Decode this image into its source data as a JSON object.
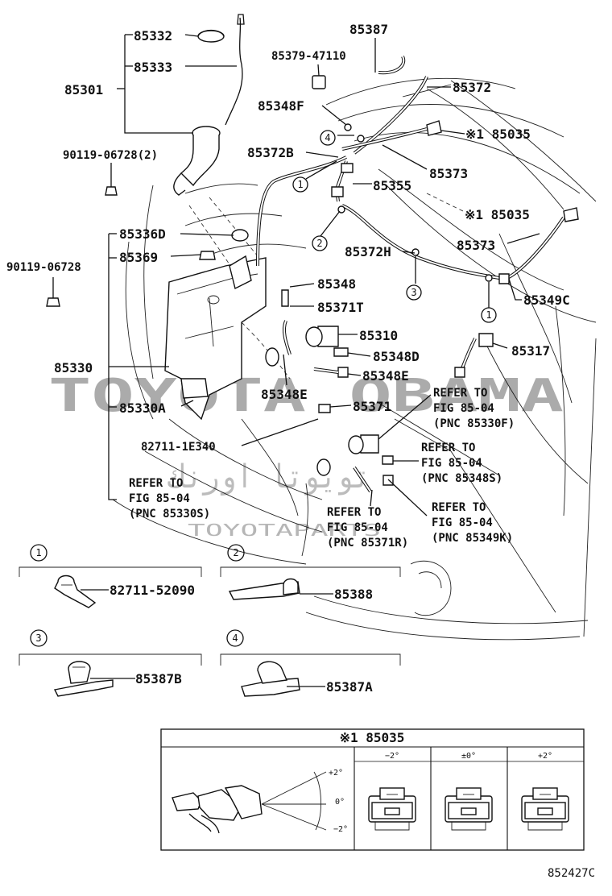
{
  "parts": {
    "p85332": "85332",
    "p85333": "85333",
    "p85301": "85301",
    "p85387": "85387",
    "p85379": "85379-47110",
    "p85372": "85372",
    "p85348F": "85348F",
    "p85035a": "※1 85035",
    "p85372B": "85372B",
    "p85373a": "85373",
    "p85355": "85355",
    "p85035b": "※1 85035",
    "p85373b": "85373",
    "p85372H": "85372H",
    "p90119a": "90119-06728(2)",
    "p85336D": "85336D",
    "p85369": "85369",
    "p90119b": "90119-06728",
    "p85348": "85348",
    "p85349C": "85349C",
    "p85371T": "85371T",
    "p85310": "85310",
    "p85348D": "85348D",
    "p85317": "85317",
    "p85348E_a": "85348E",
    "p85330": "85330",
    "p85348E_b": "85348E",
    "p85371": "85371",
    "p85330A": "85330A",
    "p82711_1E": "82711-1E340",
    "p82711_52": "82711-52090",
    "p85388": "85388",
    "p85387B": "85387B",
    "p85387A": "85387A"
  },
  "refs": {
    "r1": {
      "l1": "REFER TO",
      "l2": "FIG 85-04",
      "l3": "(PNC 85330F)"
    },
    "r2": {
      "l1": "REFER TO",
      "l2": "FIG 85-04",
      "l3": "(PNC 85348S)"
    },
    "r3": {
      "l1": "REFER TO",
      "l2": "FIG 85-04",
      "l3": "(PNC 85330S)"
    },
    "r4": {
      "l1": "REFER TO",
      "l2": "FIG 85-04",
      "l3": "(PNC 85349K)"
    },
    "r5": {
      "l1": "REFER TO",
      "l2": "FIG 85-04",
      "l3": "(PNC 85371R)"
    }
  },
  "circles": [
    "1",
    "2",
    "3",
    "4"
  ],
  "table": {
    "title": "※1 85035",
    "col1": "−2°",
    "col2": "±0°",
    "col3": "+2°",
    "angle_top": "+2°",
    "angle_mid": "0°",
    "angle_bot": "−2°"
  },
  "watermark": {
    "main": "TOYOTA OBAMA",
    "arabic": "تويوتا اورنك",
    "sub": "TOYOTAPARTS"
  },
  "figure_code": "852427C"
}
